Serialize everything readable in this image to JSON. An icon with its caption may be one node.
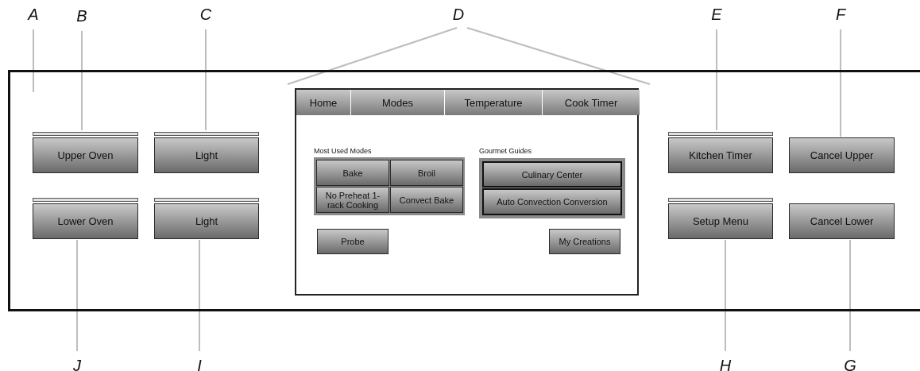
{
  "diagram": {
    "nodes": [
      {
        "text": [],
        "shape": "box"
      },
      {
        "text": [
          "Upper Oven"
        ],
        "in": 0
      },
      {
        "text": [
          "Light"
        ],
        "in": 0
      },
      {
        "text": [
          "Lower Oven"
        ],
        "in": 0
      },
      {
        "text": [
          "Light"
        ],
        "in": 0
      },
      {
        "text": [],
        "shape": "box",
        "in": 0
      },
      {
        "text": [
          "Home"
        ],
        "in": 5
      },
      {
        "text": [
          "Modes"
        ],
        "in": 5
      },
      {
        "text": [
          "Temperature"
        ],
        "in": 5
      },
      {
        "text": [
          "Cook Timer"
        ],
        "in": 5
      },
      {
        "text": [
          "Most Used Modes"
        ],
        "in": 5
      },
      {
        "text": [
          "Bake"
        ],
        "in": 10
      },
      {
        "text": [
          "Broil"
        ],
        "in": 10
      },
      {
        "text": [
          "No Preheat 1-rack Cooking"
        ],
        "in": 10
      },
      {
        "text": [
          "Convect Bake"
        ],
        "in": 10
      },
      {
        "text": [
          "Gourmet Guides"
        ],
        "in": 5
      },
      {
        "text": [
          "Culinary Center"
        ],
        "in": 15
      },
      {
        "text": [
          "Auto Convection Conversion"
        ],
        "in": 15
      },
      {
        "text": [
          "Probe"
        ],
        "in": 5
      },
      {
        "text": [
          "My Creations"
        ],
        "in": 5
      },
      {
        "text": [
          "Kitchen Timer"
        ],
        "in": 0
      },
      {
        "text": [
          "Cancel Upper"
        ],
        "in": 0
      },
      {
        "text": [
          "Setup Menu"
        ],
        "in": 0
      },
      {
        "text": [
          "Cancel Lower"
        ],
        "in": 0
      },
      {
        "text": [
          "A"
        ]
      },
      {
        "text": [
          "B"
        ]
      },
      {
        "text": [
          "C"
        ]
      },
      {
        "text": [
          "D"
        ]
      },
      {
        "text": [
          "E"
        ]
      },
      {
        "text": [
          "F"
        ]
      },
      {
        "text": [
          "G"
        ]
      },
      {
        "text": [
          "H"
        ]
      },
      {
        "text": [
          "I"
        ]
      },
      {
        "text": [
          "J"
        ]
      }
    ],
    "edges": [
      {
        "from": 24,
        "to": 0,
        "arrow": "none"
      },
      {
        "from": 25,
        "to": 1,
        "arrow": "none"
      },
      {
        "from": 26,
        "to": 2,
        "arrow": "none"
      },
      {
        "from": 27,
        "to": 5,
        "arrow": "none"
      },
      {
        "from": 27,
        "to": 5,
        "arrow": "none"
      },
      {
        "from": 28,
        "to": 20,
        "arrow": "none"
      },
      {
        "from": 29,
        "to": 21,
        "arrow": "none"
      },
      {
        "from": 30,
        "to": 23,
        "arrow": "none"
      },
      {
        "from": 31,
        "to": 22,
        "arrow": "none"
      },
      {
        "from": 32,
        "to": 4,
        "arrow": "none"
      },
      {
        "from": 33,
        "to": 3,
        "arrow": "none"
      }
    ]
  }
}
